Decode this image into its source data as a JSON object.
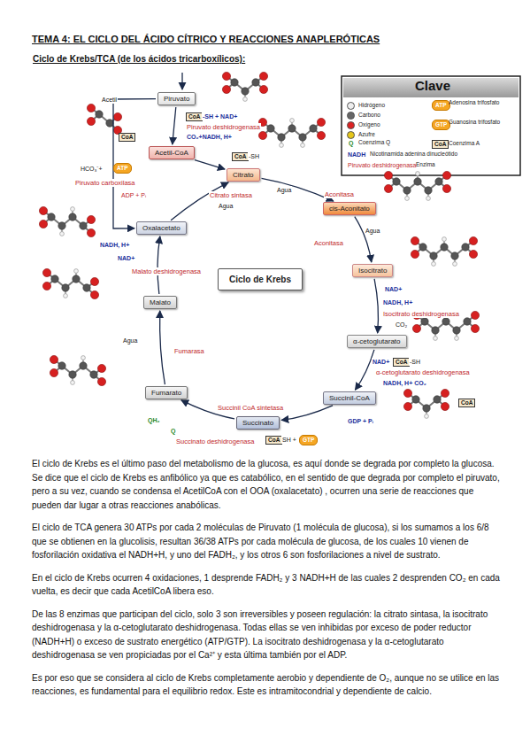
{
  "diagram": {
    "title": "TEMA 4: EL CICLO DEL ÁCIDO CÍTRICO Y REACCIONES ANAPLERÓTICAS",
    "nodes": [
      {
        "text": [
          "Piruvato"
        ]
      },
      {
        "text": [
          "Acetil-CoA"
        ]
      },
      {
        "text": [
          "Citrato"
        ]
      },
      {
        "text": [
          "cis-Aconitato"
        ]
      },
      {
        "text": [
          "Isocitrato"
        ]
      },
      {
        "text": [
          "α-cetoglutarato"
        ]
      },
      {
        "text": [
          "Succinil-CoA"
        ]
      },
      {
        "text": [
          "Succinato"
        ]
      },
      {
        "text": [
          "Fumarato"
        ]
      },
      {
        "text": [
          "Malato"
        ]
      },
      {
        "text": [
          "Oxalacetato"
        ]
      },
      {
        "text": [
          "Ciclo de Krebs"
        ]
      }
    ],
    "edges": [
      {
        "from": 0,
        "to": 1,
        "arrow": "to",
        "label": "Piruvato deshidrogenasa"
      },
      {
        "from": 0,
        "to": 10,
        "arrow": "to",
        "label": "Piruvato carboxilasa"
      },
      {
        "from": 1,
        "to": 2,
        "arrow": "to"
      },
      {
        "from": 10,
        "to": 2,
        "arrow": "to",
        "label": "Citrato sintasa"
      },
      {
        "from": 2,
        "to": 3,
        "arrow": "to",
        "label": "Aconitasa"
      },
      {
        "from": 3,
        "to": 4,
        "arrow": "to",
        "label": "Aconitasa"
      },
      {
        "from": 4,
        "to": 5,
        "arrow": "to",
        "label": "Isocitrato deshidrogenasa"
      },
      {
        "from": 5,
        "to": 6,
        "arrow": "to",
        "label": "α-cetoglutarato deshidrogenasa"
      },
      {
        "from": 6,
        "to": 7,
        "arrow": "to",
        "label": "Succinil CoA sintetasa"
      },
      {
        "from": 7,
        "to": 8,
        "arrow": "to",
        "label": "Succinato deshidrogenasa"
      },
      {
        "from": 8,
        "to": 9,
        "arrow": "to",
        "label": "Fumarasa"
      },
      {
        "from": 9,
        "to": 10,
        "arrow": "to",
        "label": "Malato deshidrogenasa"
      }
    ],
    "labels": [
      "Ciclo de Krebs/TCA (de los ácidos tricarboxílicos):",
      "Clave",
      "Q",
      "NADH",
      "Piruvato deshidrogenasa",
      "ATP",
      "GTP",
      "CoA",
      "Acetil",
      "CoA",
      "CoA",
      "-SH + NAD+",
      "CO₂+NADH, H+",
      "HCO₃⁻+",
      "ATP",
      "ADP + Pᵢ",
      "Agua",
      "CoA",
      "-SH",
      "Agua",
      "Agua",
      "NAD+",
      "NADH, H+",
      "CO₂",
      "NAD+",
      "CoA",
      "-SH",
      "NADH, H+ CO₂",
      "CoA",
      "GDP + Pᵢ",
      "CoA",
      "SH +",
      "GTP",
      "QH₂",
      "Q",
      "Agua",
      "NADH, H+",
      "NAD+",
      "El ciclo de Krebs es el último paso del metabolismo de la glucosa, es aquí donde se degrada por completo la glucosa. Se dice que el ciclo de Krebs es anfibólico ya que es catabólico, en el sentido de que degrada por completo el piruvato, pero a su vez, cuando se condensa el AcetilCoA con el OOA (oxalacetato) , ocurren una serie de reacciones que pueden dar lugar a otras reacciones anabólicas.",
      "El ciclo de TCA genera 30 ATPs por cada 2 moléculas de Piruvato (1 molécula de glucosa), si los sumamos a los 6/8 que se obtienen en la glucolisis, resultan 36/38 ATPs por cada molécula de glucosa, de los cuales 10 vienen de fosforilación oxidativa el NADH+H, y uno del FADH₂, y los otros 6 son fosforilaciones a nivel de sustrato.",
      "En el ciclo de Krebs ocurren 4 oxidaciones, 1 desprende FADH₂ y 3 NADH+H de las cuales 2 desprenden CO₂ en cada vuelta, es decir que cada AcetilCoA libera eso.",
      "De las 8 enzimas que participan del ciclo, solo 3 son irreversibles y poseen regulación: la citrato sintasa, la isocitrato deshidrogenasa y la α-cetoglutarato deshidrogenasa. Todas ellas se ven inhibidas por exceso de poder reductor (NADH+H) o exceso de sustrato energético (ATP/GTP). La isocitrato deshidrogenasa y la α-cetoglutarato deshidrogenasa se ven propiciadas por el Ca²⁺ y esta última también por el ADP.",
      "Es por eso que se considera al ciclo de Krebs completamente aerobio y dependiente de O₂, aunque no se utilice en las reacciones, es fundamental para el equilibrio redox. Este es intramitocondrial y dependiente de calcio."
    ],
    "legend": [
      {
        "text": "Hidrógeno",
        "color": "#eeeeee"
      },
      {
        "text": "Carbono",
        "color": "#666666"
      },
      {
        "text": "Oxígeno",
        "color": "#dd2222"
      },
      {
        "text": "Azufre",
        "color": "#e6c619"
      },
      {
        "text": "Coenzima Q"
      },
      {
        "text": "Nicotinamida adenina dinucleótido"
      },
      {
        "text": "Enzima"
      },
      {
        "text": "Adenosina trifosfato"
      },
      {
        "text": "Guanosina trifosfato"
      },
      {
        "text": "Coenzima A"
      }
    ]
  }
}
